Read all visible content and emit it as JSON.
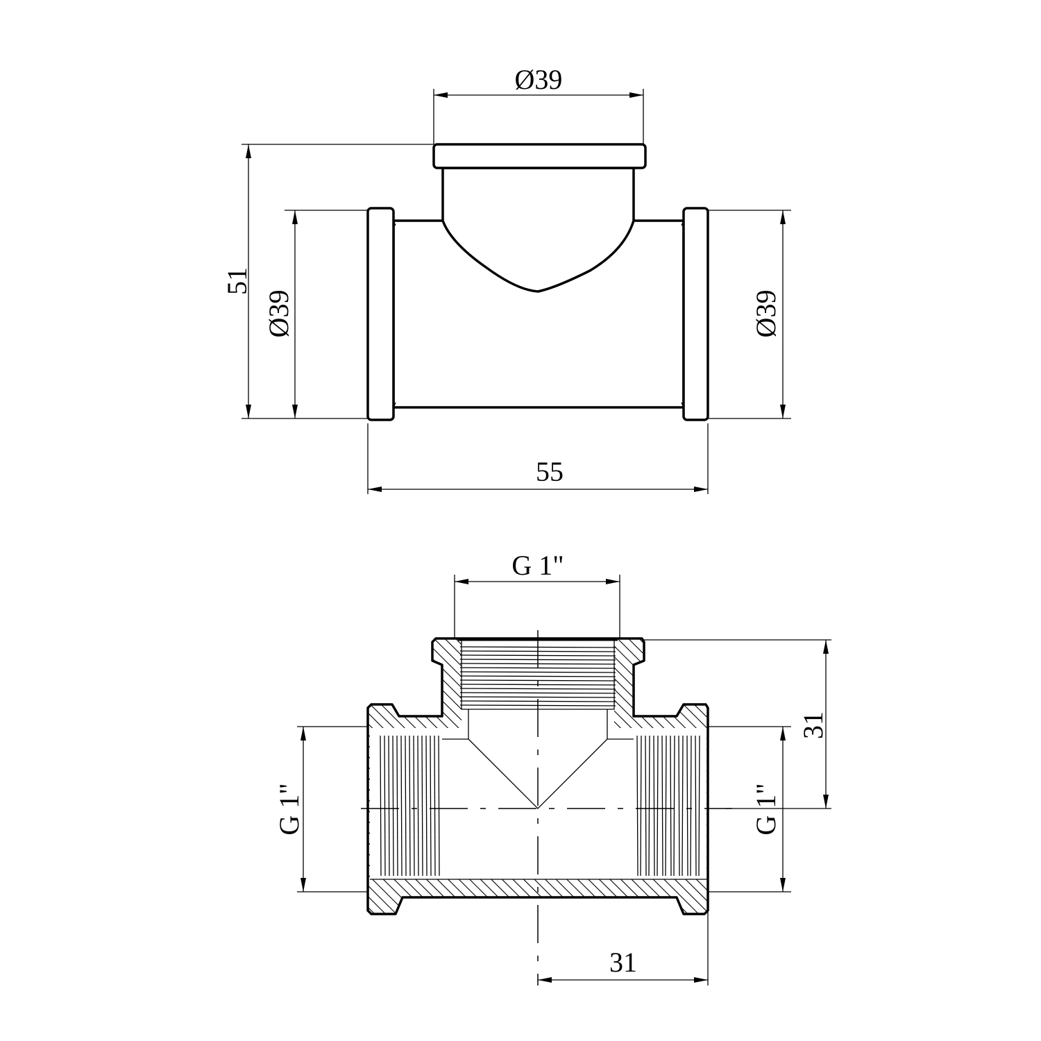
{
  "drawing": {
    "front_view": {
      "top_diameter": "Ø39",
      "height": "51",
      "left_diameter": "Ø39",
      "right_diameter": "Ø39",
      "length": "55"
    },
    "section_view": {
      "top_thread": "G 1\"",
      "branch_height": "31",
      "left_thread": "G 1\"",
      "right_thread": "G 1\"",
      "half_length": "31"
    },
    "colors": {
      "line": "#000000",
      "background": "#ffffff"
    }
  }
}
